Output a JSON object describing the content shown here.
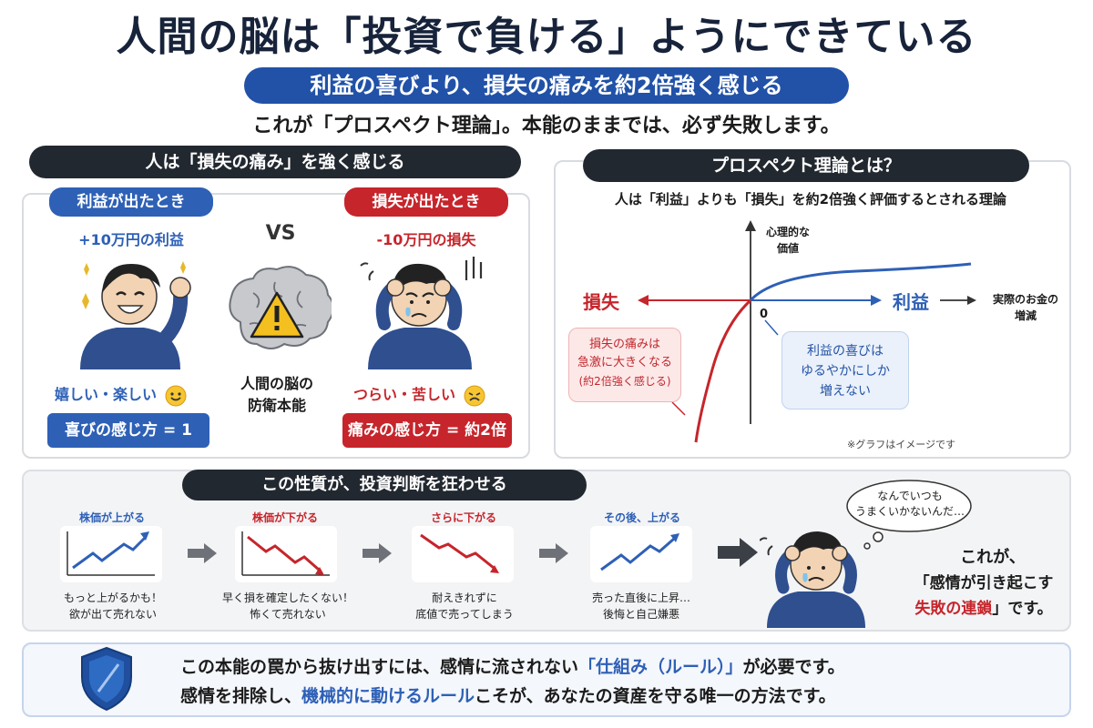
{
  "title": "人間の脳は「投資で負ける」ようにできている",
  "subtitle": "利益の喜びより、損失の痛みを約2倍強く感じる",
  "lead": "これが「プロスペクト理論」。本能のままでは、必ず失敗します。",
  "left_panel": {
    "header": "人は「損失の痛み」を強く感じる",
    "gain": {
      "label": "利益が出たとき",
      "amount": "+10万円の利益",
      "feeling": "嬉しい・楽しい",
      "measure": "喜びの感じ方 = 1"
    },
    "vs": "VS",
    "brain_caption_1": "人間の脳の",
    "brain_caption_2": "防衛本能",
    "loss": {
      "label": "損失が出たとき",
      "amount": "-10万円の損失",
      "feeling": "つらい・苦しい",
      "measure": "痛みの感じ方 = 約2倍"
    }
  },
  "right_panel": {
    "header": "プロスペクト理論とは？",
    "description": "人は「利益」よりも「損失」を約2倍強く評価するとされる理論",
    "y_axis_1": "心理的な",
    "y_axis_2": "価値",
    "x_axis_1": "実際のお金の",
    "x_axis_2": "増減",
    "origin": "0",
    "loss_label": "損失",
    "gain_label": "利益",
    "loss_note_1": "損失の痛みは",
    "loss_note_2": "急激に大きくなる",
    "loss_note_3": "(約2倍強く感じる)",
    "gain_note_1": "利益の喜びは",
    "gain_note_2": "ゆるやかにしか",
    "gain_note_3": "増えない",
    "footnote": "※グラフはイメージです"
  },
  "middle_panel": {
    "header": "この性質が、投資判断を狂わせる",
    "steps": [
      {
        "label": "株価が上がる",
        "note_1": "もっと上がるかも！",
        "note_2": "欲が出て売れない"
      },
      {
        "label": "株価が下がる",
        "note_1": "早く損を確定したくない！",
        "note_2": "怖くて売れない"
      },
      {
        "label": "さらに下がる",
        "note_1": "耐えきれずに",
        "note_2": "底値で売ってしまう"
      },
      {
        "label": "その後、上がる",
        "note_1": "売った直後に上昇…",
        "note_2": "後悔と自己嫌悪"
      }
    ],
    "thought_1": "なんでいつも",
    "thought_2": "うまくいかないんだ…",
    "conclusion_1": "これが、",
    "conclusion_2": "「感情が引き起こす",
    "conclusion_3a": "失敗の連鎖",
    "conclusion_3b": "」です。"
  },
  "bottom": {
    "line1_a": "この本能の罠から抜け出すには、感情に流されない",
    "line1_b": "「仕組み（ルール）」",
    "line1_c": "が必要です。",
    "line2_a": "感情を排除し、",
    "line2_b": "機械的に動けるルール",
    "line2_c": "こそが、あなたの資産を守る唯一の方法です。"
  },
  "colors": {
    "navy": "#17233a",
    "blue": "#2e60b6",
    "red": "#c6252b",
    "dark": "#222830"
  }
}
